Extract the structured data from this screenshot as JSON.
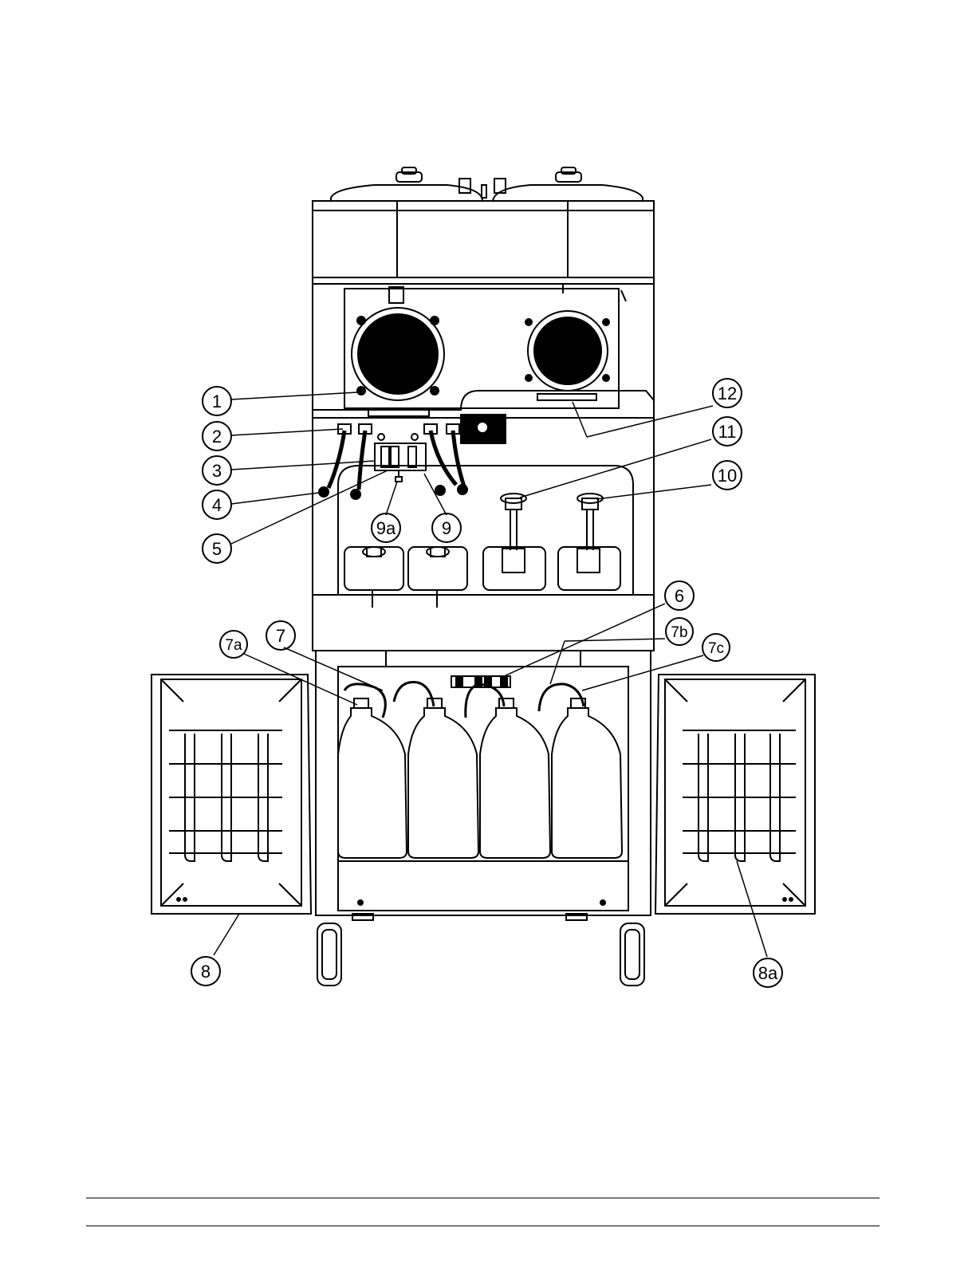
{
  "callouts": [
    {
      "id": "c1",
      "label": "1"
    },
    {
      "id": "c2",
      "label": "2"
    },
    {
      "id": "c3",
      "label": "3"
    },
    {
      "id": "c4",
      "label": "4"
    },
    {
      "id": "c5",
      "label": "5"
    },
    {
      "id": "c6",
      "label": "6"
    },
    {
      "id": "c7",
      "label": "7"
    },
    {
      "id": "c7a",
      "label": "7a"
    },
    {
      "id": "c7b",
      "label": "7b"
    },
    {
      "id": "c7c",
      "label": "7c"
    },
    {
      "id": "c8",
      "label": "8"
    },
    {
      "id": "c8a",
      "label": "8a"
    },
    {
      "id": "c9",
      "label": "9"
    },
    {
      "id": "c9a",
      "label": "9a"
    },
    {
      "id": "c10",
      "label": "10"
    },
    {
      "id": "c11",
      "label": "11"
    },
    {
      "id": "c12",
      "label": "12"
    }
  ],
  "colors": {
    "ink": "#000000",
    "paper": "#ffffff"
  }
}
